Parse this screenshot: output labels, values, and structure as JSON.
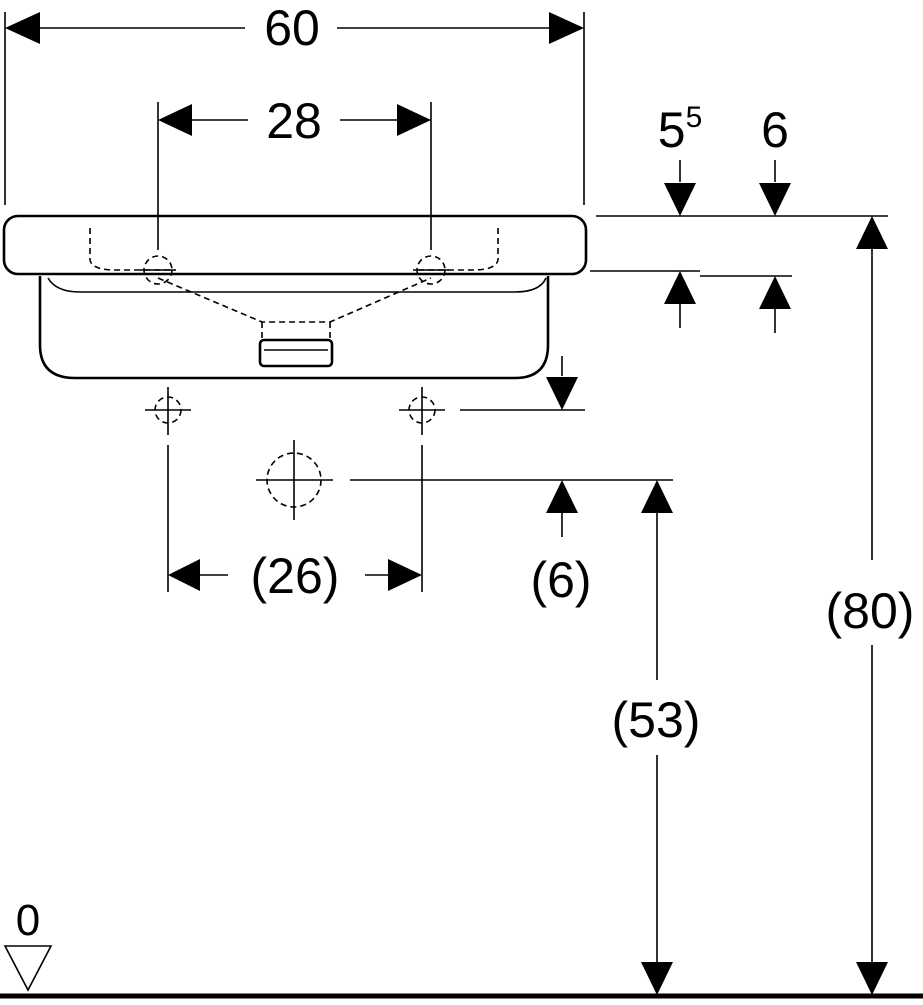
{
  "dimensions": {
    "overall_width": "60",
    "tap_hole_spacing": "28",
    "rim_thickness_base": "5",
    "rim_thickness_sup": "5",
    "rim_to_overflow": "6",
    "bracket_spacing": "(26)",
    "drain_offset": "(6)",
    "drain_height": "(53)",
    "rim_height": "(80)",
    "floor_level": "0"
  },
  "colors": {
    "line": "#000000",
    "background": "#ffffff"
  }
}
